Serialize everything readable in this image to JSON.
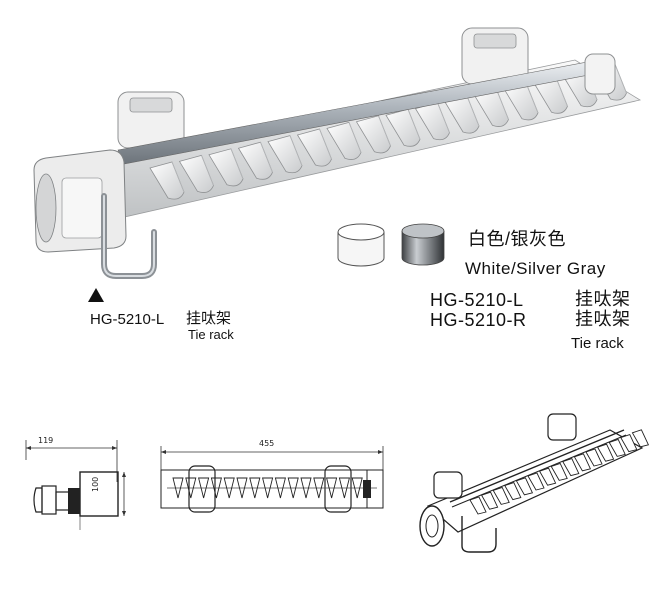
{
  "color_label": "白色/银灰色",
  "color_label_en": "White/Silver Gray",
  "models": [
    {
      "code": "HG-5210-L",
      "name": "挂呔架"
    },
    {
      "code": "HG-5210-R",
      "name": "挂呔架"
    }
  ],
  "models_en": "Tie rack",
  "marker": {
    "code": "HG-5210-L",
    "name": "挂呔架",
    "en": "Tie rack"
  },
  "dimensions": {
    "depth": "119",
    "height": "100",
    "length": "455"
  },
  "colors": {
    "white": "#f4f4f4",
    "silver": "#8a8d90",
    "rod": "#b8bec4"
  }
}
